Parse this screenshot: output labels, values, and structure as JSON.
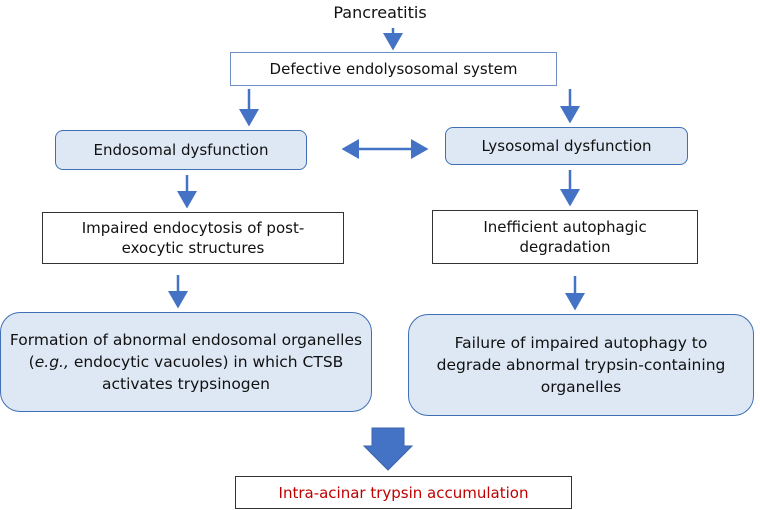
{
  "nodes": {
    "pancreatitis": "Pancreatitis",
    "defective": "Defective endolysosomal system",
    "endosomal": "Endosomal dysfunction",
    "lysosomal": "Lysosomal dysfunction",
    "impaired_endocytosis_line1": "Impaired endocytosis of post-",
    "impaired_endocytosis_line2": "exocytic structures",
    "inefficient_line1": "Inefficient autophagic",
    "inefficient_line2": "degradation",
    "formation_line1": "Formation of abnormal endosomal organelles",
    "formation_line2_eg": "e.g.,",
    "formation_line2_rest": " endocytic vacuoles) in which CTSB",
    "formation_line3": "activates trypsinogen",
    "failure_line1": "Failure of impaired autophagy to",
    "failure_line2": "degrade abnormal trypsin-containing",
    "failure_line3": "organelles",
    "accumulation": "Intra-acinar trypsin accumulation"
  },
  "colors": {
    "arrow": "#4472c4",
    "pill_fill": "#dde8f4",
    "pill_border": "#3f6fb4",
    "highlight_text": "#c00000"
  }
}
